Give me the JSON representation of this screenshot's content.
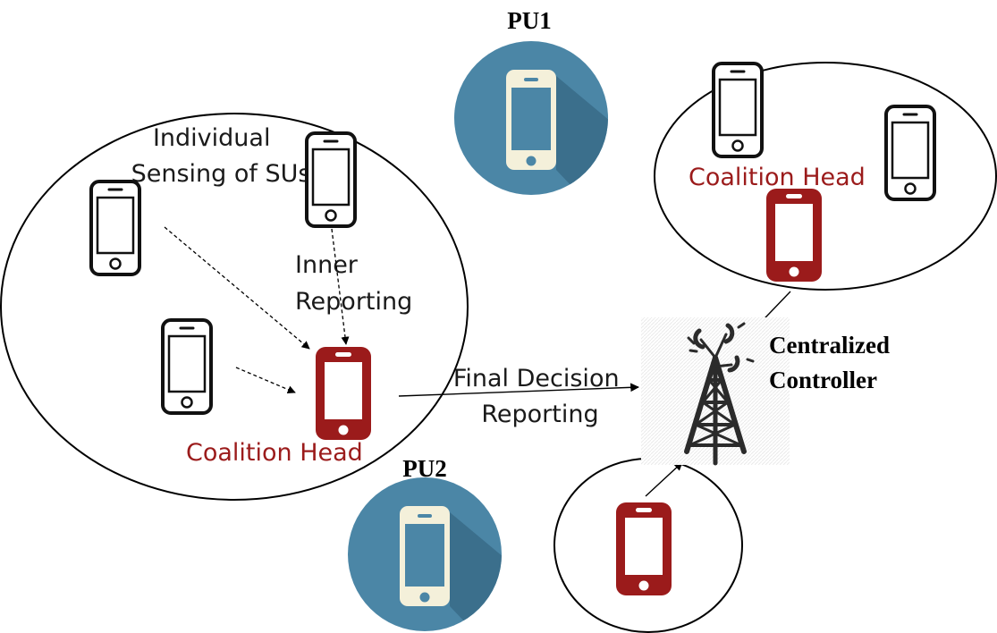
{
  "labels": {
    "pu1": "PU1",
    "pu2": "PU2",
    "individual_sensing_line1": "Individual",
    "individual_sensing_line2": "Sensing of SUs",
    "inner_reporting_line1": "Inner",
    "inner_reporting_line2": "Reporting",
    "final_decision_line1": "Final Decision",
    "final_decision_line2": "Reporting",
    "coalition_head_left": "Coalition Head",
    "coalition_head_right": "Coalition Head",
    "controller_line1": "Centralized",
    "controller_line2": "Controller"
  },
  "icons": {
    "secondary_user": "smartphone-outline-icon",
    "coalition_head": "smartphone-red-icon",
    "primary_user": "smartphone-flat-blue-circle-icon",
    "controller": "cell-tower-icon"
  },
  "colors": {
    "coalition_head": "#9b1b1b",
    "primary_user_bg": "#4b86a6",
    "primary_user_shadow": "#3b6f8c",
    "primary_user_phone": "#f4f0da",
    "primary_user_screen": "#4b86a6",
    "secondary_user_stroke": "#111111",
    "text": "#1a1a1a"
  }
}
